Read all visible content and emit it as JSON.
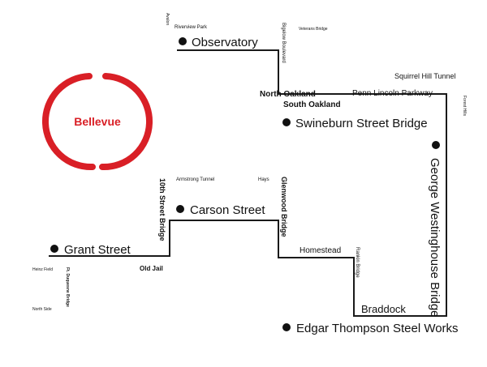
{
  "colors": {
    "route": "#1a1a1a",
    "accent": "#d91f26",
    "label": "#111111",
    "background": "#ffffff"
  },
  "hub": {
    "label": "Bellevue"
  },
  "stops": {
    "observatory": "Observatory",
    "swineburn": "Swineburn Street Bridge",
    "carson": "Carson Street",
    "grant": "Grant Street",
    "edgar": "Edgar Thompson Steel Works",
    "george_westinghouse": "George Westinghouse Bridge"
  },
  "labels": {
    "avalon": "Avalon",
    "riverview_park": "Riverview Park",
    "bigelow": "Bigelow Boulevard",
    "veterans_bridge": "Veterans Bridge",
    "squirrel_hill_tunnel": "Squirrel Hill Tunnel",
    "forest_hills": "Forest Hills",
    "north_oakland": "North Oakland",
    "south_oakland": "South Oakland",
    "penn_lincoln": "Penn Lincoln Parkway",
    "armstrong_tunnel": "Armstrong Tunnel",
    "hays": "Hays",
    "tenth_street_bridge": "10th Street Bridge",
    "glenwood_bridge": "Glenwood Bridge",
    "homestead": "Homestead",
    "rankin_bridge": "Rankin Bridge",
    "braddock": "Braddock",
    "old_jail": "Old Jail",
    "heinz_field": "Heinz Field",
    "ft_duquesne": "Ft. Duquesne Bridge",
    "north_side": "North Side"
  }
}
